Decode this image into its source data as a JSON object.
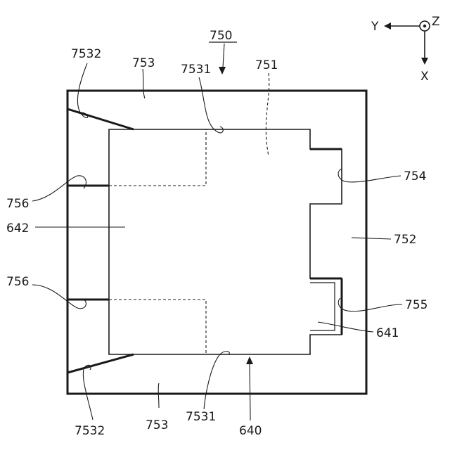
{
  "labels": {
    "n750": "750",
    "n751": "751",
    "n752": "752",
    "n753_top": "753",
    "n753_bottom": "753",
    "n754": "754",
    "n755": "755",
    "n756_top": "756",
    "n756_bottom": "756",
    "n7531_top": "7531",
    "n7531_bottom": "7531",
    "n7532_top": "7532",
    "n7532_bottom": "7532",
    "n640": "640",
    "n641": "641",
    "n642": "642"
  },
  "axes": {
    "x": "X",
    "y": "Y",
    "z": "Z"
  }
}
